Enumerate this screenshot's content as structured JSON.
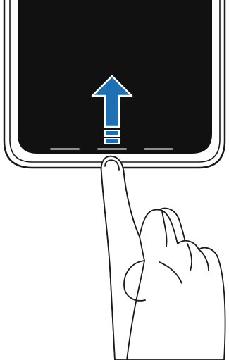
{
  "illustration": {
    "subject": "swipe-up-from-bottom-gesture",
    "device": {
      "screen_color": "#111111",
      "frame_color": "#ffffff",
      "outline_color": "#1a1a1a"
    },
    "navigation_bar": {
      "handle_count": 3,
      "handle_color": "#8f8f8f"
    },
    "gesture_arrow": {
      "direction": "up",
      "fill_color": "#1f6fb3",
      "outline_color": "#ffffff"
    },
    "hand": {
      "pose": "index-finger-pointing",
      "fill_color": "#ffffff",
      "line_color": "#1a1a1a"
    }
  }
}
